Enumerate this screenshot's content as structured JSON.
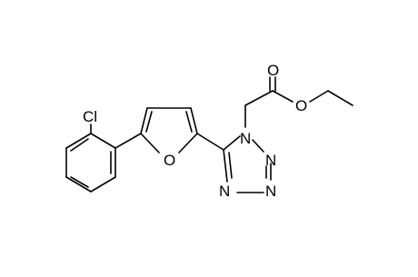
{
  "molecule": {
    "atom_labels": {
      "chlorine": "Cl",
      "furan_oxygen": "O",
      "carbonyl_oxygen": "O",
      "ester_oxygen": "O",
      "tetrazole_n1": "N",
      "tetrazole_n2": "N",
      "tetrazole_n3": "N",
      "tetrazole_n4": "N"
    }
  }
}
